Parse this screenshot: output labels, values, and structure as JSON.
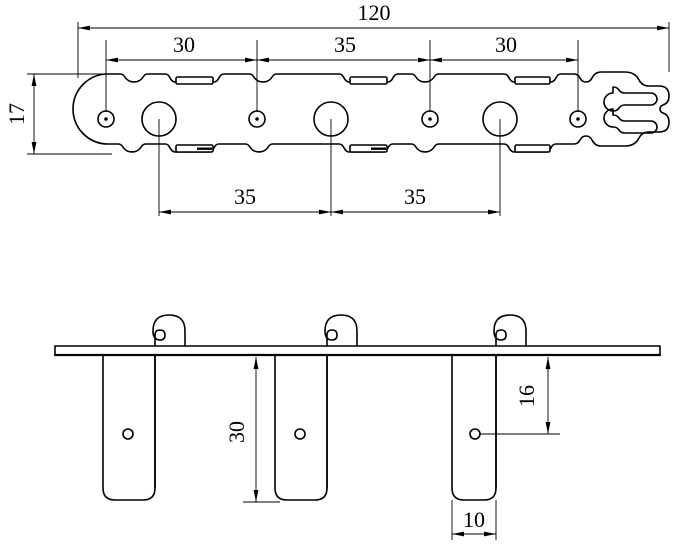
{
  "drawing": {
    "title": "Hook rail technical drawing",
    "units_note": "",
    "views": [
      {
        "name": "top-view",
        "label": "plan view of hook rail plate",
        "features": {
          "plate_length_label": "120",
          "plate_height_label": "17",
          "screw_hole_count": 4,
          "hook_boss_count": 3,
          "slot_count_top": 3,
          "slot_count_bottom": 3,
          "left_end": "rounded cap with notches",
          "right_end": "decorative scroll / bone terminal with two keyhole slots"
        }
      },
      {
        "name": "front-view",
        "label": "front elevation with three hooks",
        "features": {
          "hook_count": 3,
          "leg_width_label": "10",
          "leg_height_label": "30",
          "hole_height_label": "16",
          "bar": "horizontal mounting rail"
        }
      }
    ],
    "dimensions": {
      "overall_length": "120",
      "plate_height": "17",
      "top_chain": [
        "30",
        "35",
        "30"
      ],
      "bottom_chain": [
        "35",
        "35"
      ],
      "leg_height": "30",
      "hole_from_bottom": "16",
      "leg_width": "10"
    },
    "colors": {
      "line": "#000000",
      "background": "#ffffff",
      "fill": "#ffffff"
    }
  }
}
